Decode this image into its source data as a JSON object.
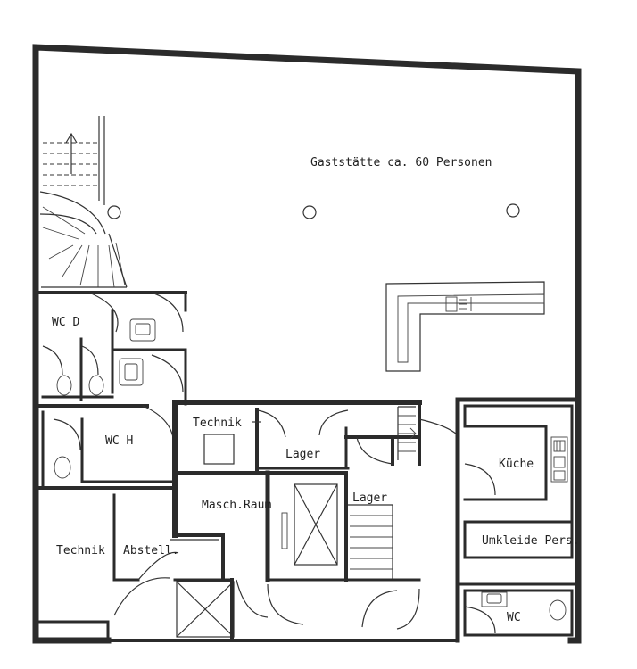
{
  "rooms": {
    "dining": "Gaststätte ca. 60 Personen",
    "wc_ladies": "WC D",
    "wc_gents": "WC H",
    "technik_left": "Technik",
    "abstell": "Abstell.",
    "technik_center": "Technik",
    "lager_upper": "Lager",
    "maschinenraum": "Masch.Raum",
    "lager_stair": "Lager",
    "kueche": "Küche",
    "umkleide": "Umkleide Pers.",
    "wc_staff": "WC"
  }
}
